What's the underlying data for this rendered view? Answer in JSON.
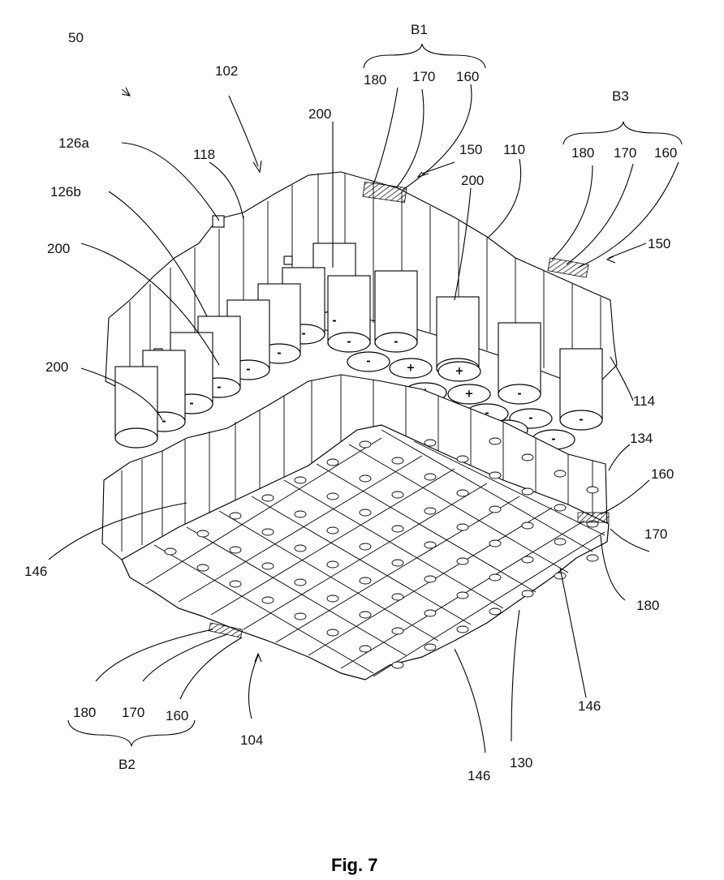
{
  "figure": {
    "caption": "Fig. 7",
    "labels": {
      "n50": "50",
      "n102": "102",
      "b1": "B1",
      "b1_180": "180",
      "b1_170": "170",
      "b1_160": "160",
      "n200_top": "200",
      "n126a": "126a",
      "n118": "118",
      "n150_top": "150",
      "n110": "110",
      "n200_mid": "200",
      "b3": "B3",
      "b3_180": "180",
      "b3_170": "170",
      "b3_160": "160",
      "n150_right": "150",
      "n126b": "126b",
      "n200_left": "200",
      "n200_lower": "200",
      "n114": "114",
      "n134": "134",
      "r160": "160",
      "r170": "170",
      "r180": "180",
      "n146_left": "146",
      "b2_180": "180",
      "b2_170": "170",
      "b2_160": "160",
      "n104": "104",
      "b2": "B2",
      "n146_right": "146",
      "n146_bottom": "146",
      "n130": "130"
    },
    "signs": {
      "minus": "-",
      "plus": "+"
    }
  }
}
